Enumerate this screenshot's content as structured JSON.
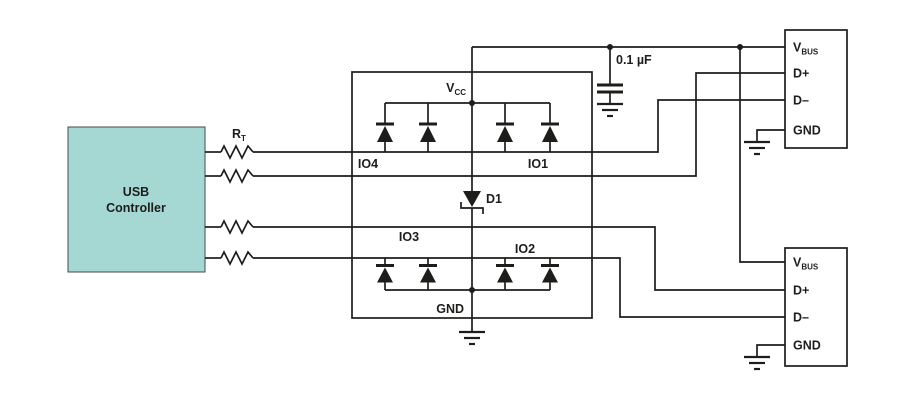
{
  "colors": {
    "controller_fill": "#a6d8d3",
    "stroke": "#1d1d1b",
    "background": "#ffffff"
  },
  "controller": {
    "line1": "USB",
    "line2": "Controller"
  },
  "resistor": {
    "main": "R",
    "sub": "T"
  },
  "ic": {
    "vcc_main": "V",
    "vcc_sub": "CC",
    "io4": "IO4",
    "io1": "IO1",
    "io3": "IO3",
    "io2": "IO2",
    "d1": "D1",
    "gnd": "GND"
  },
  "capacitor": {
    "value": "0.1 µF"
  },
  "usb_top": {
    "vbus_main": "V",
    "vbus_sub": "BUS",
    "dplus": "D+",
    "dminus": "D–",
    "gnd": "GND"
  },
  "usb_bottom": {
    "vbus_main": "V",
    "vbus_sub": "BUS",
    "dplus": "D+",
    "dminus": "D–",
    "gnd": "GND"
  }
}
